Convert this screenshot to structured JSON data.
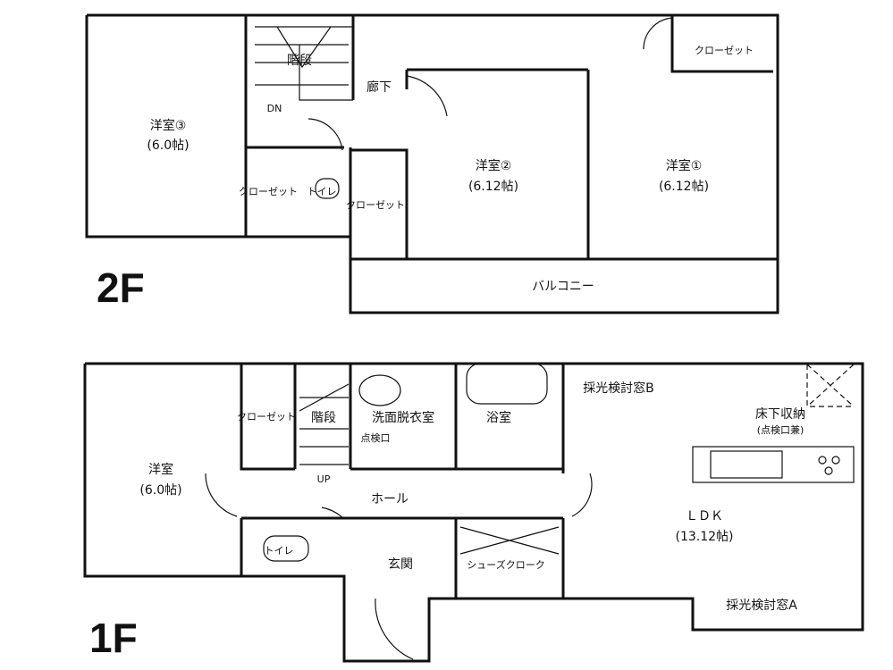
{
  "floors": {
    "f2": {
      "label": "2F",
      "rooms": {
        "western3": "洋室③",
        "western3_size": "(6.0帖)",
        "stairs": "階段",
        "dn": "DN",
        "hallway": "廊下",
        "western2": "洋室②",
        "western2_size": "(6.12帖)",
        "western1": "洋室①",
        "western1_size": "(6.12帖)",
        "closet_top": "クローゼット",
        "closet_left": "クローゼット",
        "toilet": "トイレ",
        "closet_mid": "クローゼット",
        "balcony": "バルコニー"
      }
    },
    "f1": {
      "label": "1F",
      "rooms": {
        "western": "洋室",
        "western_size": "(6.0帖)",
        "closet": "クローゼット",
        "stairs": "階段",
        "up": "UP",
        "washroom": "洗面脱衣室",
        "inspection": "点検口",
        "bath": "浴室",
        "light_window_b": "採光検討窓B",
        "underfloor": "床下収納",
        "underfloor_note": "(点検口兼)",
        "hall": "ホール",
        "ldk": "ＬＤＫ",
        "ldk_size": "(13.12帖)",
        "toilet": "トイレ",
        "entrance": "玄関",
        "shoe_closet": "シューズクローク",
        "light_window_a": "採光検討窓A"
      }
    }
  }
}
